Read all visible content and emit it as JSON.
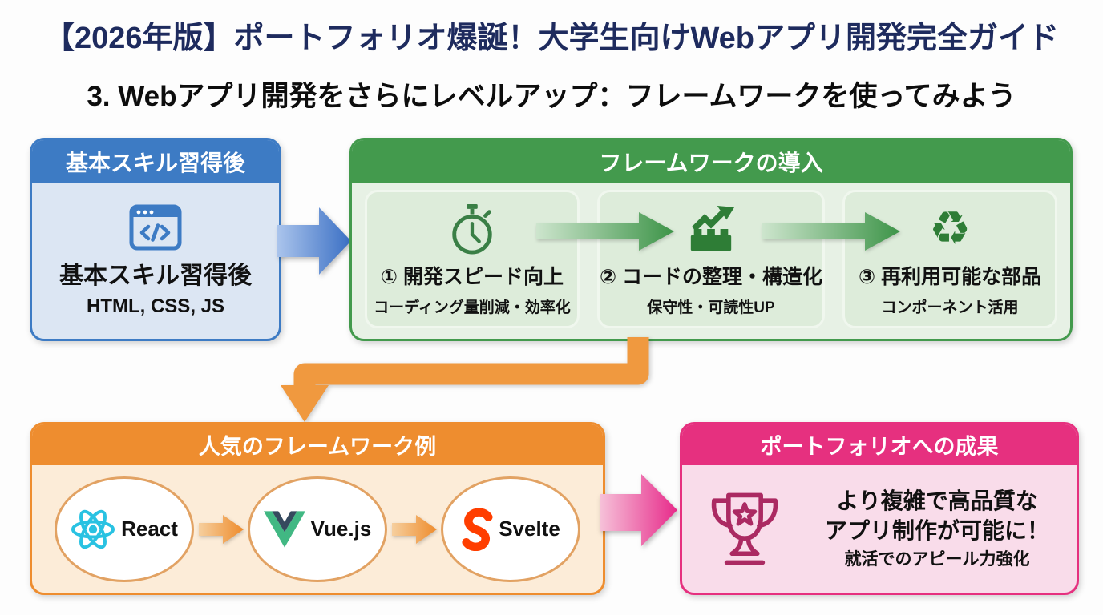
{
  "page": {
    "title": "【2026年版】ポートフォリオ爆誕！大学生向けWebアプリ開発完全ガイド",
    "subtitle": "3. Webアプリ開発をさらにレベルアップ：フレームワークを使ってみよう"
  },
  "basic_skills_box": {
    "header": "基本スキル習得後",
    "icon": "code-browser-icon",
    "title": "基本スキル習得後",
    "subtitle": "HTML, CSS, JS"
  },
  "framework_box": {
    "header": "フレームワークの導入",
    "items": [
      {
        "icon": "stopwatch-icon",
        "title": "① 開発スピード向上",
        "subtitle": "コーディング量削減・効率化"
      },
      {
        "icon": "brick-growth-icon",
        "title": "② コードの整理・構造化",
        "subtitle": "保守性・可読性UP"
      },
      {
        "icon": "recycle-icon",
        "glyph": "♻",
        "title": "③ 再利用可能な部品",
        "subtitle": "コンポーネント活用"
      }
    ]
  },
  "popular_frameworks_box": {
    "header": "人気のフレームワーク例",
    "items": [
      {
        "icon": "react-logo",
        "label": "React"
      },
      {
        "icon": "vue-logo",
        "label": "Vue.js"
      },
      {
        "icon": "svelte-logo",
        "label": "Svelte"
      }
    ]
  },
  "portfolio_box": {
    "header": "ポートフォリオへの成果",
    "icon": "trophy-icon",
    "line1": "より複雑で高品質な",
    "line2": "アプリ制作が可能に！",
    "line3": "就活でのアピール力強化"
  },
  "colors": {
    "title_navy": "#1e2b5e",
    "blue": "#3d7bc4",
    "blue_light": "#dce6f3",
    "green": "#439a4d",
    "green_light": "#e7f1e5",
    "green_icon": "#2e7d36",
    "orange": "#ee8d2f",
    "orange_light": "#fcecd8",
    "orange_connector": "#f0993f",
    "pink": "#e6307f",
    "pink_light": "#f9dcea",
    "trophy_pink": "#ab2a62",
    "react_cyan": "#29c2e2",
    "vue_green": "#41b883",
    "vue_navy": "#35495e",
    "svelte_orange": "#ff3e00",
    "text_black": "#111111"
  }
}
